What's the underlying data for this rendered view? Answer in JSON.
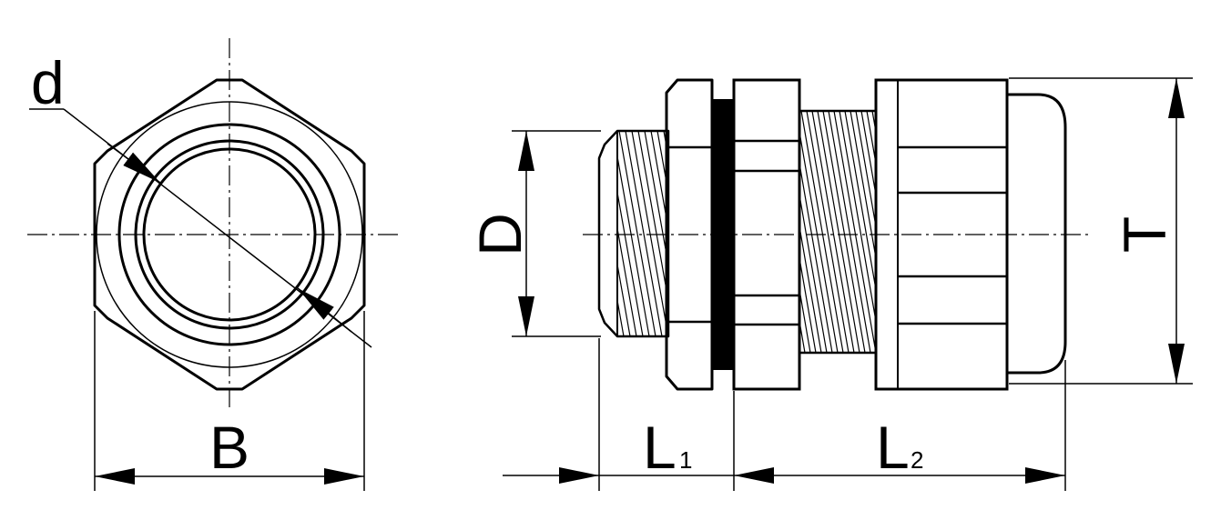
{
  "labels": {
    "d": "d",
    "B": "B",
    "D": "D",
    "T": "T",
    "L": "L",
    "L1_sub": "1",
    "L2_sub": "2"
  },
  "colors": {
    "line": "#000000",
    "background": "#ffffff"
  },
  "icons": {
    "front_view": "hexagon-nut-front-view",
    "side_view": "cable-gland-side-view"
  }
}
